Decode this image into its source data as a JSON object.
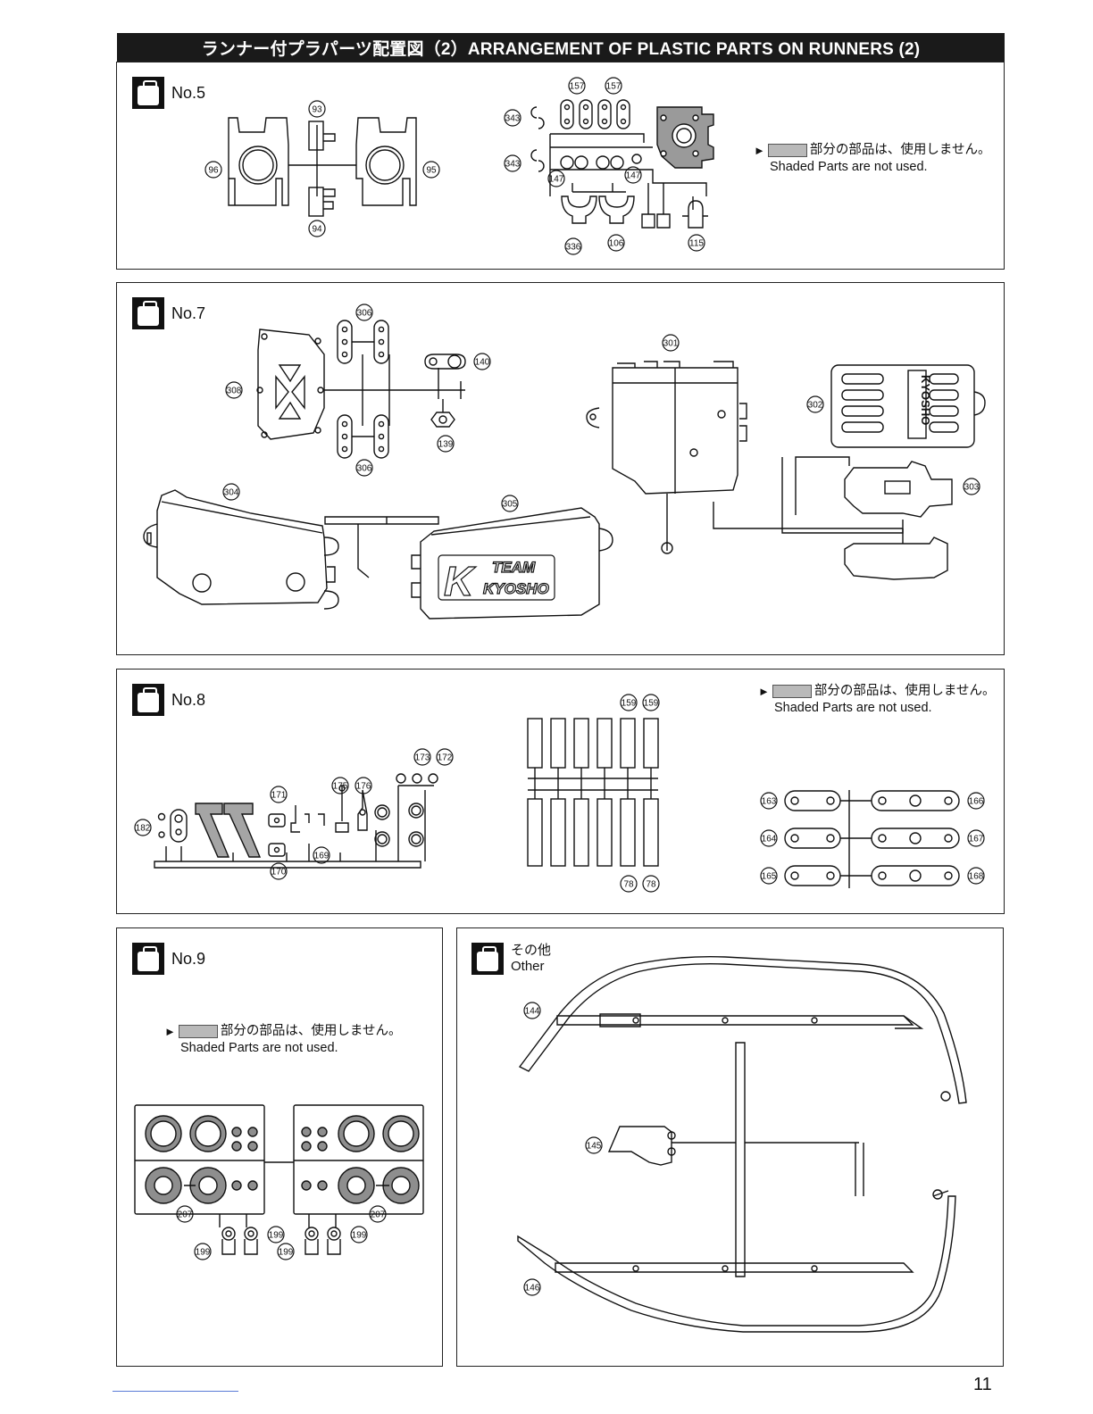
{
  "header": {
    "title": "ランナー付プラパーツ配置図（2）ARRANGEMENT OF PLASTIC PARTS ON RUNNERS (2)"
  },
  "note": {
    "jp": "部分の部品は、使用しません。",
    "en": "Shaded Parts are not used."
  },
  "panels": {
    "no5": {
      "label": "No.5",
      "parts": {
        "p93": "93",
        "p94": "94",
        "p95": "95",
        "p96": "96",
        "p157a": "157",
        "p157b": "157",
        "p343a": "343",
        "p343b": "343",
        "p147a": "147",
        "p147b": "147",
        "p336": "336",
        "p106": "106",
        "p115": "115"
      }
    },
    "no7": {
      "label": "No.7",
      "parts": {
        "p306a": "306",
        "p306b": "306",
        "p308": "308",
        "p140": "140",
        "p139": "139",
        "p301": "301",
        "p302": "302",
        "p303": "303",
        "p304": "304",
        "p305": "305"
      },
      "logo_k": "K",
      "logo_team": "TEAM",
      "logo_kyosho": "KYOSHO",
      "lid_text": "KYOSHO"
    },
    "no8": {
      "label": "No.8",
      "parts": {
        "p159a": "159",
        "p159b": "159",
        "p78a": "78",
        "p78b": "78",
        "p173": "173",
        "p172": "172",
        "p175": "175",
        "p176": "176",
        "p171": "171",
        "p182": "182",
        "p169": "169",
        "p170": "170",
        "p163": "163",
        "p164": "164",
        "p165": "165",
        "p166": "166",
        "p167": "167",
        "p168": "168"
      }
    },
    "no9": {
      "label": "No.9",
      "parts": {
        "p207a": "207",
        "p207b": "207",
        "p199a": "199",
        "p199b": "199",
        "p199c": "199",
        "p199d": "199"
      }
    },
    "other": {
      "label_jp": "その他",
      "label_en": "Other",
      "parts": {
        "p144": "144",
        "p145": "145",
        "p146": "146"
      }
    }
  },
  "page_number": "11"
}
